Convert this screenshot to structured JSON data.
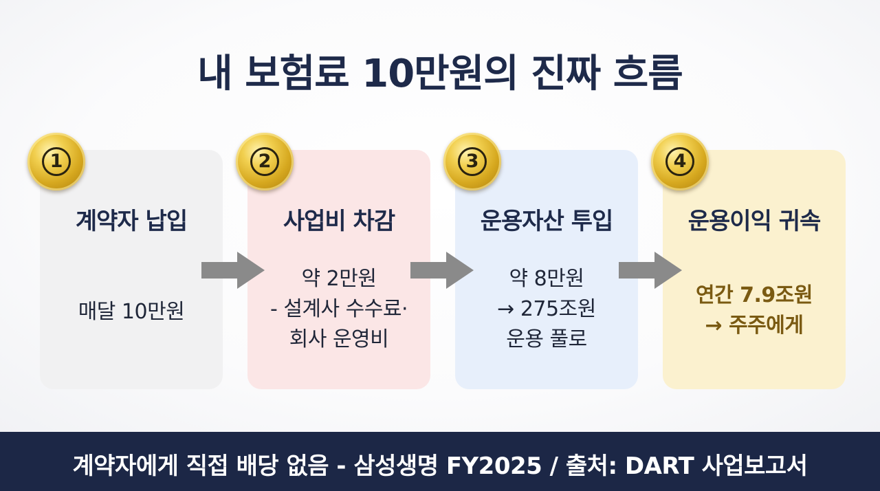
{
  "title": "내 보험료 10만원의 진짜 흐름",
  "steps": [
    {
      "number": "1",
      "title": "계약자 납입",
      "lines": [
        "매달 10만원"
      ]
    },
    {
      "number": "2",
      "title": "사업비 차감",
      "lines": [
        "약 2만원",
        "- 설계사 수수료·",
        "회사 운영비"
      ]
    },
    {
      "number": "3",
      "title": "운용자산 투입",
      "lines": [
        "약 8만원",
        "→ 275조원",
        "운용 풀로"
      ]
    },
    {
      "number": "4",
      "title": "운용이익 귀속",
      "lines": [
        "연간 7.9조원",
        "→ 주주에게"
      ]
    }
  ],
  "footer": "계약자에게 직접 배당 없음 - 삼성생명 FY2025 / 출처: DART 사업보고서",
  "colors": {
    "navy": "#1c2746",
    "step1_bg": "#f1f1f2",
    "step2_bg": "#fbe6e6",
    "step3_bg": "#e7effb",
    "step4_bg": "#fbf1cf",
    "gold": "#d6a81f",
    "arrow": "#8a8a8a"
  }
}
